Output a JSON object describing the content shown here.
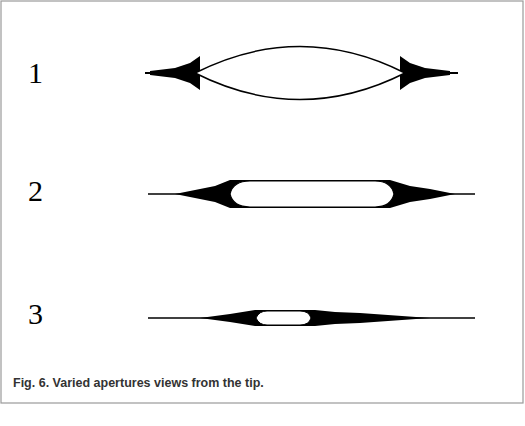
{
  "diagram": {
    "caption": "Fig. 6. Varied apertures views from the tip.",
    "labels": [
      "1",
      "2",
      "3"
    ]
  }
}
